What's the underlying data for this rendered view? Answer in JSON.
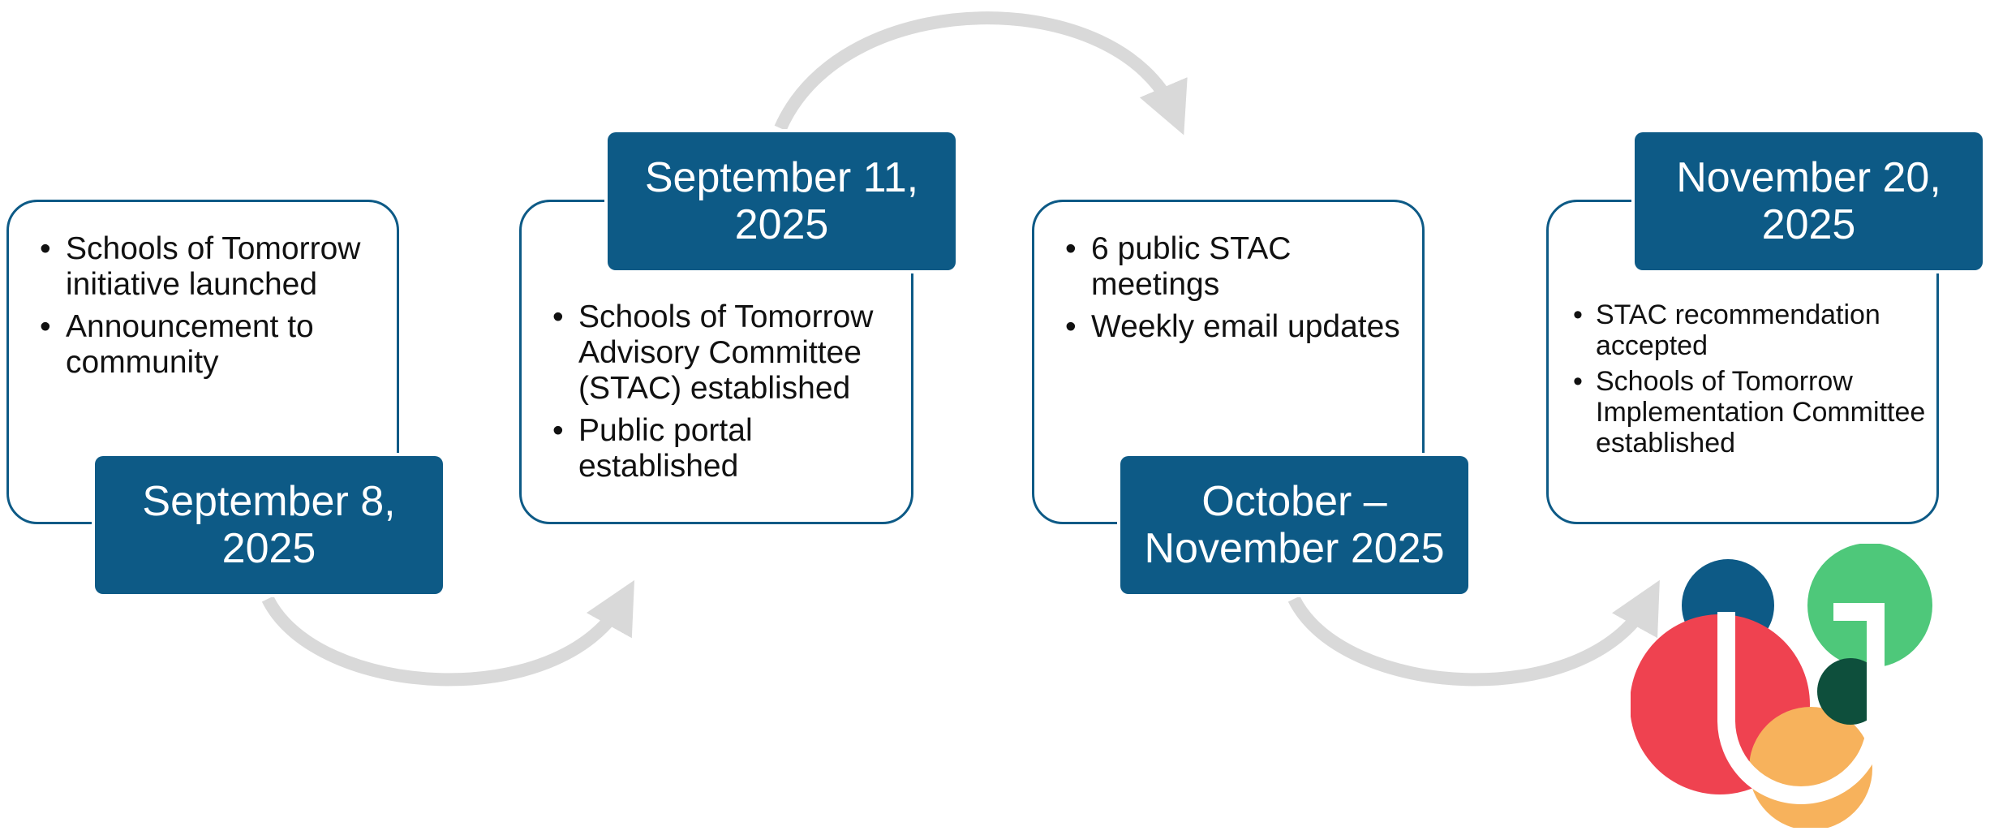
{
  "colors": {
    "primary": "#0d5a86",
    "arrow": "#d9d9d9",
    "text": "#111111",
    "logo_navy": "#0d5a86",
    "logo_green": "#4ec87a",
    "logo_dark_green": "#0e4f3c",
    "logo_red": "#ef4250",
    "logo_orange": "#f7b25c"
  },
  "milestones": [
    {
      "date": "September 8, 2025",
      "items": [
        "Schools of Tomorrow initiative launched",
        "Announcement to community"
      ]
    },
    {
      "date": "September 11, 2025",
      "items": [
        "Schools of Tomorrow Advisory Committee (STAC) established",
        "Public portal established"
      ]
    },
    {
      "date": "October – November 2025",
      "items": [
        "6 public STAC meetings",
        "Weekly email updates"
      ]
    },
    {
      "date": "November 20, 2025",
      "items": [
        "STAC recommendation accepted",
        "Schools of Tomorrow Implementation Committee established"
      ]
    }
  ],
  "icons": {
    "connector": "curved-arrow-icon",
    "logo": "district-logo-icon"
  }
}
